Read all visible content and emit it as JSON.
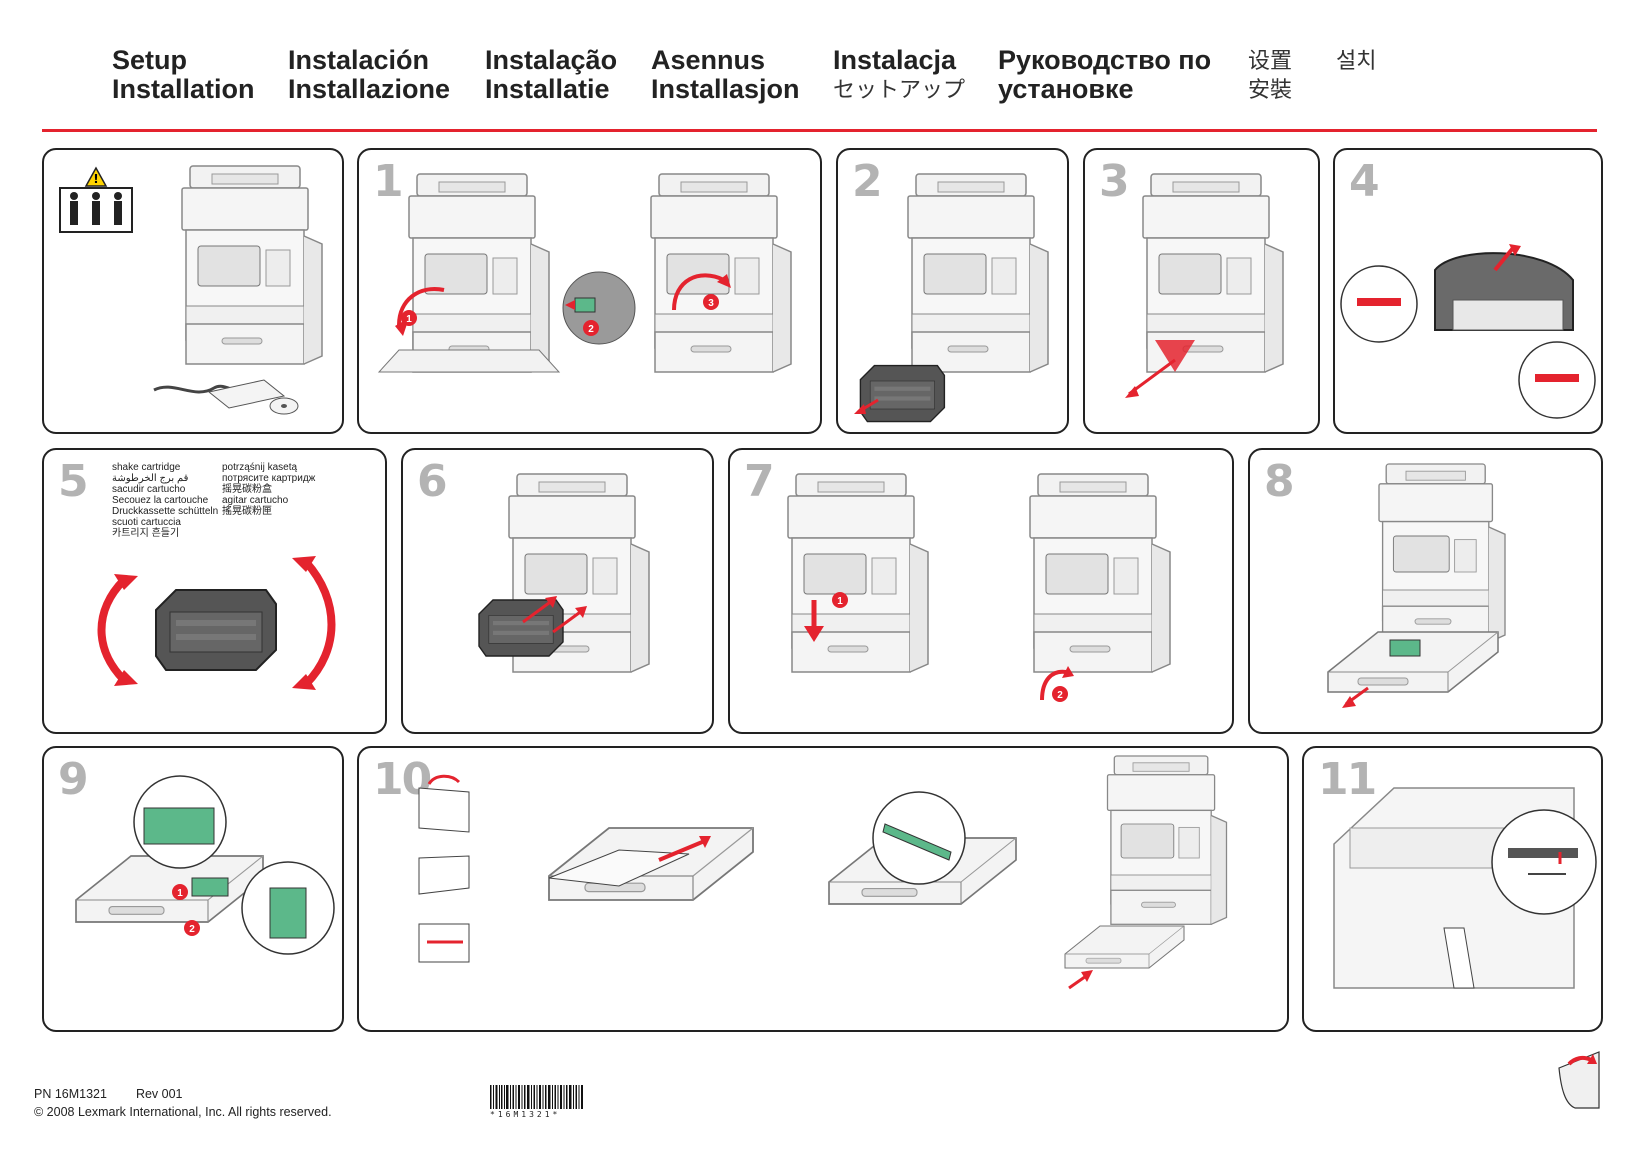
{
  "header": {
    "columns": [
      [
        "Setup",
        "Installation"
      ],
      [
        "Instalación",
        "Installazione"
      ],
      [
        "Instalação",
        "Installatie"
      ],
      [
        "Asennus",
        "Installasjon"
      ],
      [
        "Instalacja",
        "セットアップ"
      ],
      [
        "Руководство по",
        "установке"
      ],
      [
        "设置",
        "安裝"
      ],
      [
        "설치",
        ""
      ]
    ]
  },
  "steps": {
    "s1": "1",
    "s2": "2",
    "s3": "3",
    "s4": "4",
    "s5": "5",
    "s6": "6",
    "s7": "7",
    "s8": "8",
    "s9": "9",
    "s10": "10",
    "s11": "11"
  },
  "callouts": {
    "c1": "1",
    "c2": "2",
    "c3": "3"
  },
  "shake_text": {
    "col1": [
      "shake cartridge",
      "قم برج الخرطوشة",
      "sacudir cartucho",
      "Secouez la cartouche",
      "Druckkassette schütteln",
      "scuoti cartuccia",
      "카트리지 흔들기"
    ],
    "col2": [
      "potrząśnij kasetą",
      "потрясите картридж",
      "摇晃碳粉盒",
      "agitar cartucho",
      "搖晃碳粉匣"
    ]
  },
  "footer": {
    "pn": "PN 16M1321",
    "rev": "Rev 001",
    "copyright": "© 2008 Lexmark International, Inc. All rights reserved.",
    "barcode_text": "*16M1321*"
  },
  "colors": {
    "accent_red": "#e4232e",
    "panel_border": "#222222",
    "step_number": "#b3b3b3",
    "green": "#5cb88a"
  }
}
